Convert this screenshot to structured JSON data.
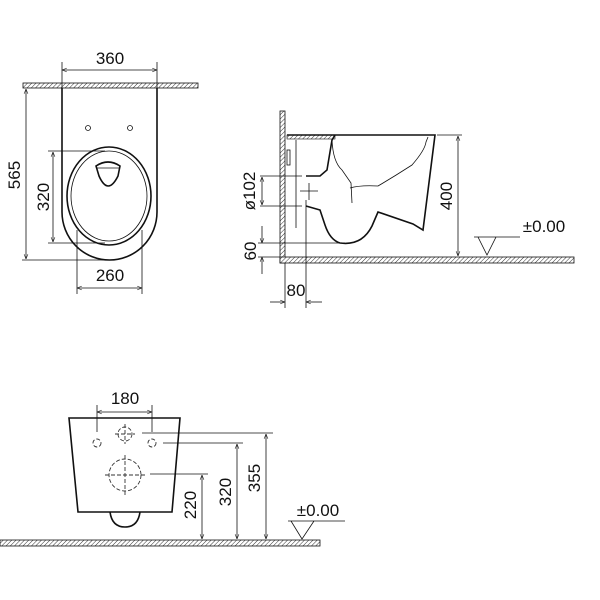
{
  "top_view": {
    "width_label": "360",
    "length_label": "565",
    "seat_length_label": "320",
    "seat_width_label": "260"
  },
  "side_view": {
    "outlet_diameter_label": "ø102",
    "height_label": "400",
    "outlet_floor_label": "60",
    "outlet_wall_label": "80",
    "floor_level_label": "±0.00"
  },
  "front_view": {
    "fixing_spacing_label": "180",
    "outlet_height_label": "220",
    "fixing_height_label": "320",
    "top_fixing_height_label": "355",
    "floor_level_label": "±0.00"
  },
  "colors": {
    "line": "#111111",
    "background": "#ffffff"
  }
}
